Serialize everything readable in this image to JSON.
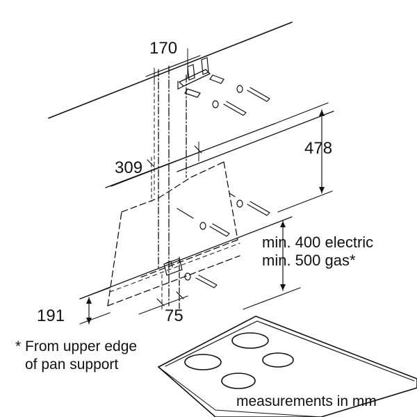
{
  "dimensions": {
    "width": "170",
    "height": "478",
    "depth": "309",
    "bottom": "191",
    "offset": "75"
  },
  "clearance": {
    "electric": "min. 400 electric",
    "gas": "min. 500 gas*"
  },
  "footnote": {
    "line1": "* From upper edge",
    "line2": "of pan support"
  },
  "units_note": "measurements in mm",
  "colors": {
    "ink": "#111111",
    "background": "#ffffff"
  }
}
